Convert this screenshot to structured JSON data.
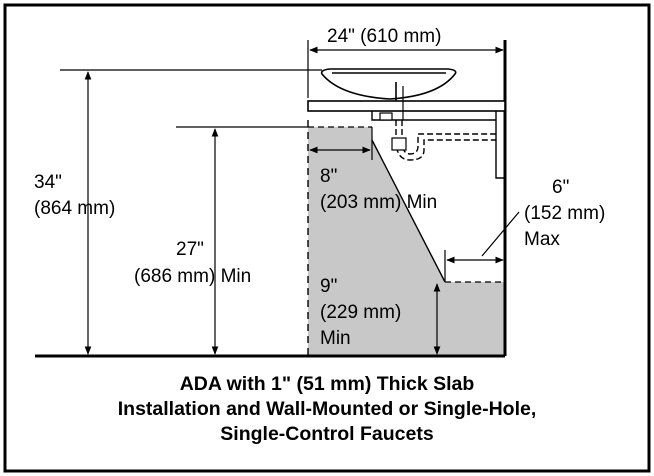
{
  "diagram": {
    "labels": {
      "width_dim": "24\" (610 mm)",
      "height_overall_line1": "34\"",
      "height_overall_line2": "(864 mm)",
      "knee_height_line1": "27\"",
      "knee_height_line2": "(686 mm) Min",
      "knee_depth_line1": "8\"",
      "knee_depth_line2": "(203 mm) Min",
      "toe_depth_line1": "6\"",
      "toe_depth_line2": "(152 mm)",
      "toe_depth_line3": "Max",
      "toe_height_line1": "9\"",
      "toe_height_line2": "(229 mm)",
      "toe_height_line3": "Min"
    },
    "caption": {
      "line1": "ADA with 1\" (51 mm) Thick Slab",
      "line2": "Installation and Wall-Mounted or Single-Hole,",
      "line3": "Single-Control Faucets"
    },
    "colors": {
      "clearance_fill": "#c8c8c8",
      "line": "#000000",
      "background": "#ffffff"
    }
  }
}
